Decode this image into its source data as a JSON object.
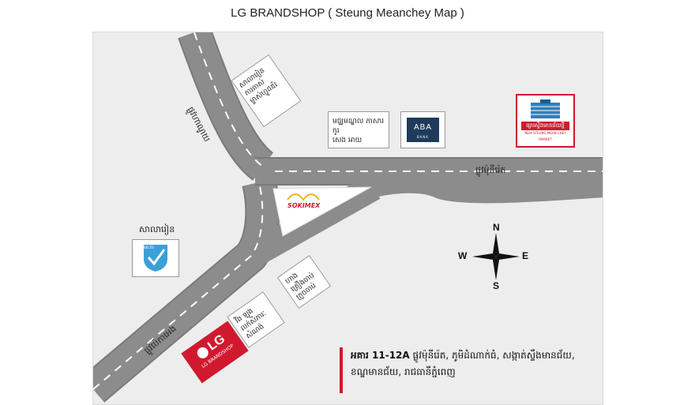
{
  "title": "LG BRANDSHOP ( Steung Meanchey Map )",
  "colors": {
    "road": "#8c8c8c",
    "road_edge": "#7a7a7a",
    "lane": "#ffffff",
    "panel": "#ededed",
    "accent_red": "#d0192f",
    "aba_blue": "#1f3b5b"
  },
  "roads": {
    "north_road": "ផ្លូវហាណូយ",
    "east_road": "ផ្លូវម៉ុនីរ៉េត",
    "southwest_road": "ផ្លូវប៉េកាអេង"
  },
  "landmarks": {
    "school_top": "សាលារៀន ការគាស់ម្ចាស់ហ្វូដឌ័រ",
    "mall_line1": "មជ្ឈមណ្ឌល ភាសារ កូរ",
    "mall_line2": "សេង អាយ",
    "aba": "ABA",
    "aba_sub": "BANK",
    "market_name": "ផ្សារស្ទឹងមានជ័យថ្មី",
    "market_sub": "NEW STEUNG MEAN CHEY MARKET",
    "sokimex": "SOKIMEX",
    "school_label": "សាលារៀន",
    "belti": "BELTEI",
    "shop_a_line1": "ហាង",
    "shop_a_line2": "គ្រឿងចាប់ ក្រួចចាប់",
    "shop_b_line1": "វីង ឡូង",
    "shop_b_line2": "លក់សំភារៈសំណង់",
    "lg": "LG",
    "lg_sub": "LG BRANDSHOP"
  },
  "compass": {
    "north": "N",
    "south": "S",
    "east": "E",
    "west": "W"
  },
  "address": {
    "label": "អគារ 11-12A",
    "line1": "ផ្លូវម៉ុនីរ៉េត, ភូមិដំណាក់ធំ, សង្កាត់ស្ទឹងមានជ័យ,",
    "line2": "ខណ្ឌមានជ័យ, រាជធានីភ្នំពេញ"
  }
}
